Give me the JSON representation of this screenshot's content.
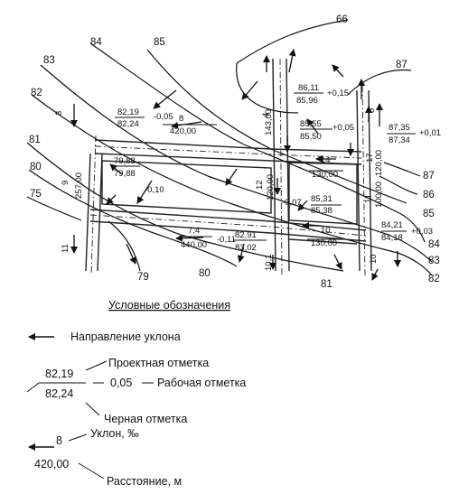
{
  "isolines": [
    "66",
    "84",
    "85",
    "83",
    "82",
    "81",
    "80",
    "75",
    "87",
    "87",
    "86",
    "85",
    "84",
    "83",
    "82",
    "81",
    "80",
    "79"
  ],
  "labels": {
    "l3": "3",
    "l4": "4",
    "l8a": "8",
    "l8b": "8",
    "l9": "9",
    "l10": "10",
    "l10b": "10",
    "l11a": "11",
    "l11b": "11",
    "l12": "12",
    "l14": "14",
    "l17": "17",
    "l7_4": "7,4",
    "l10_1": "10,1",
    "d420": "420,00",
    "d143": "143,00",
    "d257": "257,00",
    "d130a": "130,00",
    "d120a": "120,00",
    "d120b": "120,00",
    "d100": "100,00",
    "d440": "440,00",
    "d130b": "130,00",
    "p8219": "82,19",
    "p8224": "82,24",
    "m005": "-0,05",
    "p8611": "86,11",
    "p8596": "85,96",
    "p015": "+0,15",
    "p8555": "85,55",
    "p8550": "85,50",
    "p005": "+0,05",
    "p8735": "87,35",
    "p8734": "87,34",
    "p001": "+0,01",
    "p7988": "79,88",
    "p7998": "79,88",
    "m010": "-0,10",
    "p8531": "85,31",
    "p8538": "85,38",
    "m007": "-0,07",
    "p8421": "84,21",
    "p8418": "84,18",
    "p003": "+0,03",
    "p8291": "82,91",
    "p8302": "83,02",
    "m011": "-0,11"
  },
  "legend": {
    "title": "Условные обозначения",
    "slope_direction": "Направление уклона",
    "design_label": "Проектная отметка",
    "design_value": "82,19",
    "work_value": "0,05",
    "work_label": "Рабочая отметка",
    "black_value": "82,24",
    "black_label": "Черная отметка",
    "slope_value": "8",
    "slope_label": "Уклон, ‰",
    "distance_value": "420,00",
    "distance_label": "Расстояние, м"
  }
}
